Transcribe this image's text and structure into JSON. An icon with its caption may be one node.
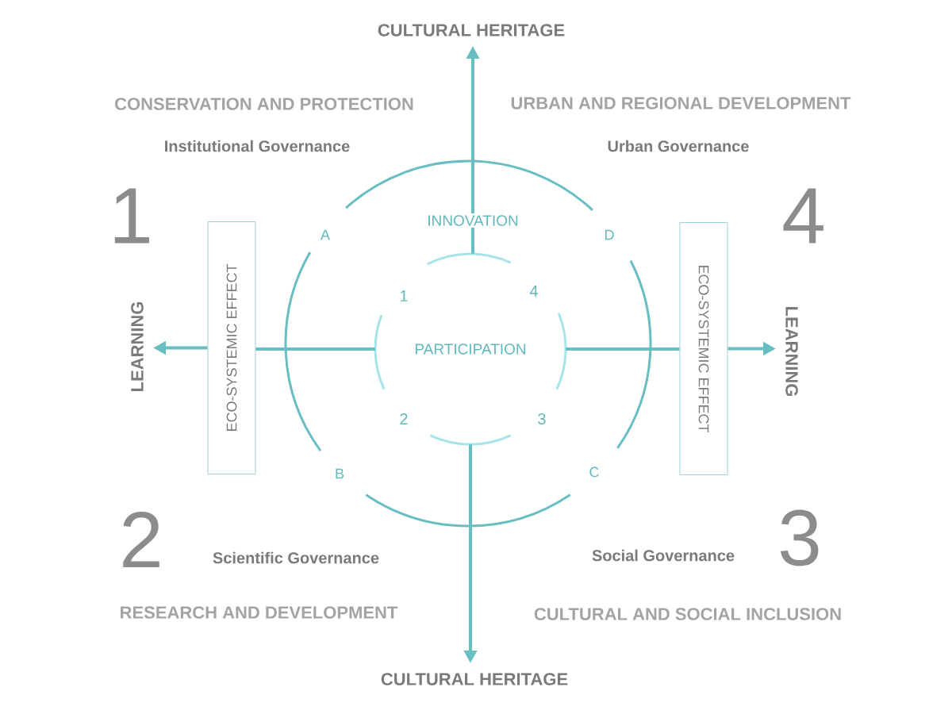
{
  "diagram": {
    "nodes": [
      {
        "text": [
          "CULTURAL HERITAGE"
        ]
      },
      {
        "text": [
          "INNOVATION"
        ]
      },
      {
        "text": [
          "ECO-SYSTEMIC EFFECT"
        ]
      },
      {
        "text": [
          "LEARNING"
        ]
      },
      {
        "text": [
          "PARTICIPATION"
        ]
      },
      {
        "text": [
          "ECO-SYSTEMIC EFFECT"
        ]
      },
      {
        "text": [
          "LEARNING"
        ]
      },
      {
        "text": [
          "CULTURAL HERITAGE"
        ]
      }
    ],
    "edges": [
      {
        "from": 1,
        "to": 0,
        "arrow": "to"
      },
      {
        "from": 1,
        "to": 4,
        "arrow": "none"
      },
      {
        "from": 4,
        "to": 2,
        "arrow": "none"
      },
      {
        "from": 2,
        "to": 3,
        "arrow": "to"
      },
      {
        "from": 4,
        "to": 5,
        "arrow": "none"
      },
      {
        "from": 5,
        "to": 6,
        "arrow": "to"
      },
      {
        "from": 4,
        "to": 7,
        "arrow": "to"
      }
    ],
    "labels": [
      "CONSERVATION AND PROTECTION",
      "URBAN AND REGIONAL DEVELOPMENT",
      "Institutional Governance",
      "Urban Governance",
      "1",
      "4",
      "A",
      "D",
      "1",
      "4",
      "2",
      "3",
      "B",
      "C",
      "2",
      "Scientific Governance",
      "Social Governance",
      "3",
      "RESEARCH AND DEVELOPMENT",
      "CULTURAL AND SOCIAL INCLUSION"
    ]
  }
}
